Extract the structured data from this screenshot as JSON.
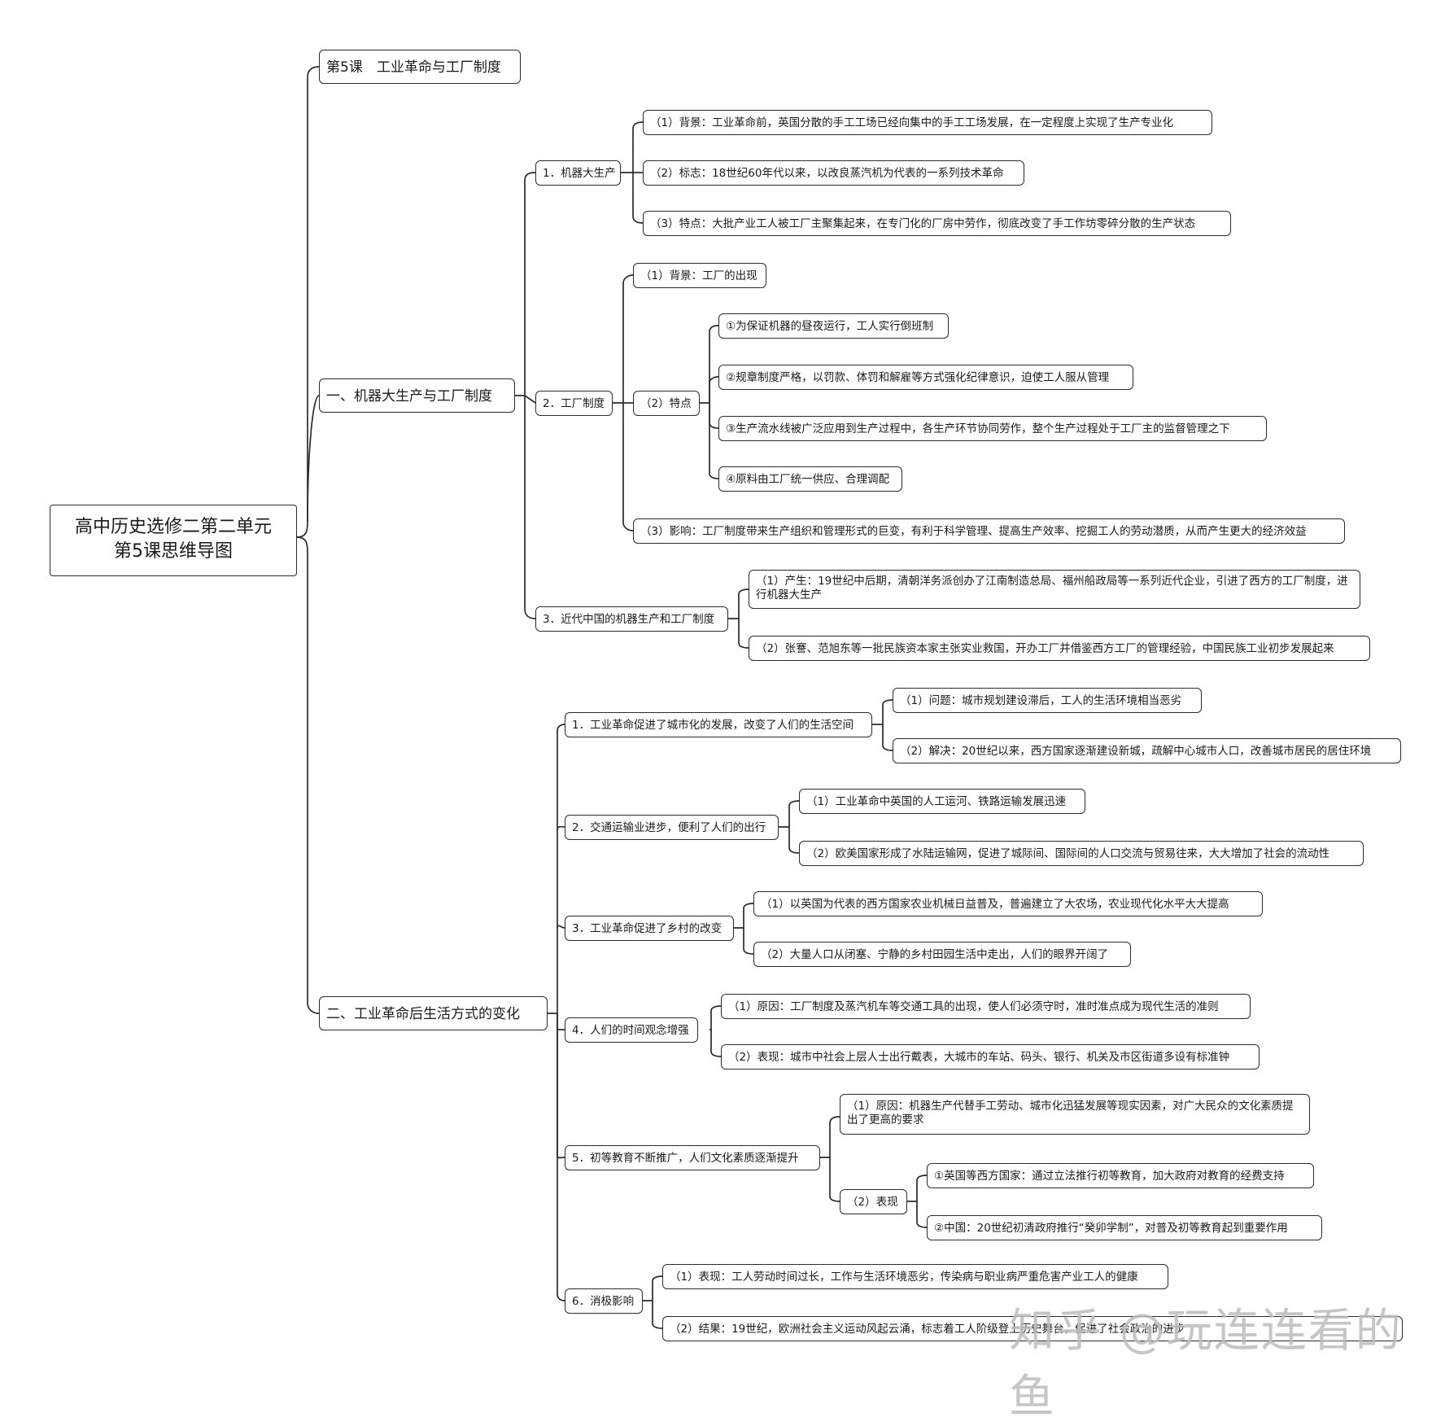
{
  "root": {
    "line1": "高中历史选修二第二单元",
    "line2": "第5课思维导图"
  },
  "lesson_title": "第5课　工业革命与工厂制度",
  "section1": {
    "label": "一、机器大生产与工厂制度",
    "b1": {
      "label": "1．机器大生产",
      "items": [
        "（1）背景：工业革命前，英国分散的手工工场已经向集中的手工工场发展，在一定程度上实现了生产专业化",
        "（2）标志：18世纪60年代以来，以改良蒸汽机为代表的一系列技术革命",
        "（3）特点：大批产业工人被工厂主聚集起来，在专门化的厂房中劳作，彻底改变了手工作坊零碎分散的生产状态"
      ]
    },
    "b2": {
      "label": "2．工厂制度",
      "bg": "（1）背景：工厂的出现",
      "feature_label": "（2）特点",
      "features": [
        "①为保证机器的昼夜运行，工人实行倒班制",
        "②规章制度严格，以罚款、体罚和解雇等方式强化纪律意识，迫使工人服从管理",
        "③生产流水线被广泛应用到生产过程中，各生产环节协同劳作，整个生产过程处于工厂主的监督管理之下",
        "④原料由工厂统一供应、合理调配"
      ],
      "impact": "（3）影响：工厂制度带来生产组织和管理形式的巨变，有利于科学管理、提高生产效率、挖掘工人的劳动潜质，从而产生更大的经济效益"
    },
    "b3": {
      "label": "3．近代中国的机器生产和工厂制度",
      "items": [
        "（1）产生：19世纪中后期，清朝洋务派创办了江南制造总局、福州船政局等一系列近代企业，引进了西方的工厂制度，进行机器大生产",
        "（2）张謇、范旭东等一批民族资本家主张实业救国，开办工厂并借鉴西方工厂的管理经验，中国民族工业初步发展起来"
      ]
    }
  },
  "section2": {
    "label": "二、工业革命后生活方式的变化",
    "b1": {
      "label": "1．工业革命促进了城市化的发展，改变了人们的生活空间",
      "items": [
        "（1）问题：城市规划建设滞后，工人的生活环境相当恶劣",
        "（2）解决：20世纪以来，西方国家逐渐建设新城，疏解中心城市人口，改善城市居民的居住环境"
      ]
    },
    "b2": {
      "label": "2．交通运输业进步，便利了人们的出行",
      "items": [
        "（1）工业革命中英国的人工运河、铁路运输发展迅速",
        "（2）欧美国家形成了水陆运输网，促进了城际间、国际间的人口交流与贸易往来，大大增加了社会的流动性"
      ]
    },
    "b3": {
      "label": "3．工业革命促进了乡村的改变",
      "items": [
        "（1）以英国为代表的西方国家农业机械日益普及，普遍建立了大农场，农业现代化水平大大提高",
        "（2）大量人口从闭塞、宁静的乡村田园生活中走出，人们的眼界开阔了"
      ]
    },
    "b4": {
      "label": "4．人们的时间观念增强",
      "items": [
        "（1）原因：工厂制度及蒸汽机车等交通工具的出现，使人们必须守时，准时准点成为现代生活的准则",
        "（2）表现：城市中社会上层人士出行戴表，大城市的车站、码头、银行、机关及市区街道多设有标准钟"
      ]
    },
    "b5": {
      "label": "5．初等教育不断推广，人们文化素质逐渐提升",
      "reason": "（1）原因：机器生产代替手工劳动、城市化迅猛发展等现实因素，对广大民众的文化素质提出了更高的要求",
      "show_label": "（2）表现",
      "shows": [
        "①英国等西方国家：通过立法推行初等教育，加大政府对教育的经费支持",
        "②中国：20世纪初清政府推行“癸卯学制”，对普及初等教育起到重要作用"
      ]
    },
    "b6": {
      "label": "6．消极影响",
      "items": [
        "（1）表现：工人劳动时间过长，工作与生活环境恶劣，传染病与职业病严重危害产业工人的健康",
        "（2）结果：19世纪，欧洲社会主义运动风起云涌，标志着工人阶级登上历史舞台，促进了社会政治的进步"
      ]
    }
  },
  "watermark": "知乎 @玩连连看的鱼"
}
